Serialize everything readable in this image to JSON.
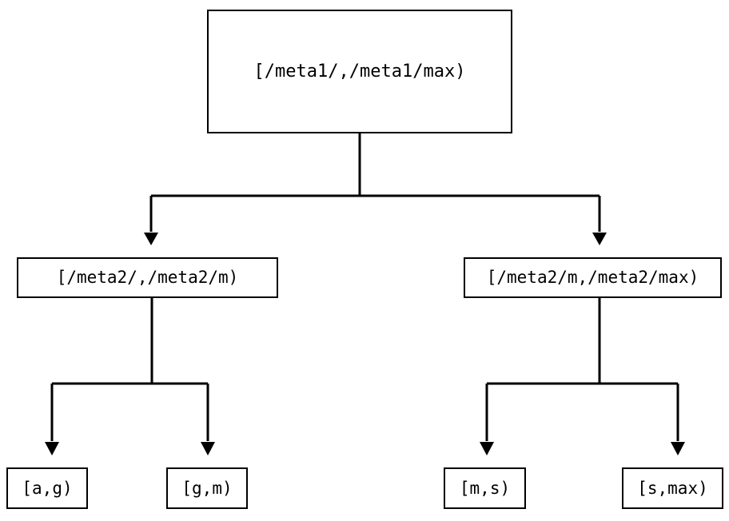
{
  "diagram": {
    "type": "tree",
    "title": "",
    "background_color": "#ffffff",
    "stroke_color": "#000000",
    "text_color": "#000000",
    "nodes": {
      "root": {
        "label": "[/meta1/,/meta1/max)"
      },
      "level2": [
        {
          "label": "[/meta2/,/meta2/m)"
        },
        {
          "label": "[/meta2/m,/meta2/max)"
        }
      ],
      "leaves": [
        {
          "label": "[a,g)"
        },
        {
          "label": "[g,m)"
        },
        {
          "label": "[m,s)"
        },
        {
          "label": "[s,max)"
        }
      ]
    },
    "edges": [
      {
        "from": "root",
        "to": "level2.0",
        "arrow": "down-triangle"
      },
      {
        "from": "root",
        "to": "level2.1",
        "arrow": "down-triangle"
      },
      {
        "from": "level2.0",
        "to": "leaves.0",
        "arrow": "down-triangle"
      },
      {
        "from": "level2.0",
        "to": "leaves.1",
        "arrow": "down-triangle"
      },
      {
        "from": "level2.1",
        "to": "leaves.2",
        "arrow": "down-triangle"
      },
      {
        "from": "level2.1",
        "to": "leaves.3",
        "arrow": "down-triangle"
      }
    ]
  }
}
